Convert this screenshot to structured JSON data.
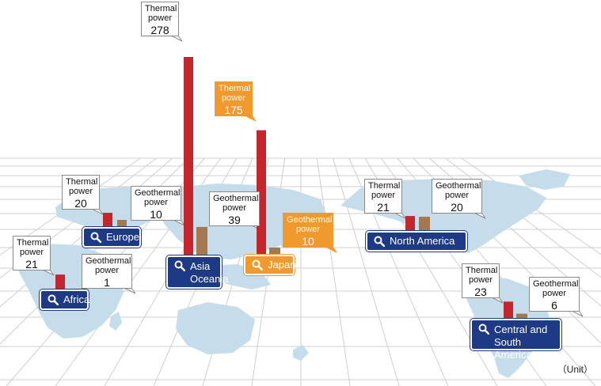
{
  "colors": {
    "thermal": "#c4262e",
    "geothermal": "#a5784f",
    "navy": "#1e3a84",
    "orange": "#f0992e",
    "land": "#c5dcea",
    "grid": "#cfcfcf"
  },
  "unit_label": "（Unit）",
  "icon_name": "magnifier-icon",
  "regions": [
    {
      "id": "africa",
      "button": {
        "lines": [
          "Africa"
        ],
        "style": "navy"
      },
      "thermal": {
        "label_lines": [
          "Thermal",
          "power"
        ],
        "value": 21
      },
      "geothermal": {
        "label_lines": [
          "Geothermal",
          "power"
        ],
        "value": 1
      }
    },
    {
      "id": "europe",
      "button": {
        "lines": [
          "Europe"
        ],
        "style": "navy"
      },
      "thermal": {
        "label_lines": [
          "Thermal",
          "power"
        ],
        "value": 20
      },
      "geothermal": {
        "label_lines": [
          "Geothermal",
          "power"
        ],
        "value": 10
      }
    },
    {
      "id": "asia-oceania",
      "button": {
        "lines": [
          "Asia",
          "Oceania"
        ],
        "style": "navy"
      },
      "thermal": {
        "label_lines": [
          "Thermal",
          "power"
        ],
        "value": 278
      },
      "geothermal": {
        "label_lines": [
          "Geothermal",
          "power"
        ],
        "value": 39
      }
    },
    {
      "id": "japan",
      "button": {
        "lines": [
          "Japan"
        ],
        "style": "orange"
      },
      "thermal": {
        "label_lines": [
          "Thermal",
          "power"
        ],
        "value": 175,
        "highlight": true
      },
      "geothermal": {
        "label_lines": [
          "Geothermal",
          "power"
        ],
        "value": 10,
        "highlight": true
      }
    },
    {
      "id": "north-america",
      "button": {
        "lines": [
          "North America"
        ],
        "style": "navy"
      },
      "thermal": {
        "label_lines": [
          "Thermal",
          "power"
        ],
        "value": 21
      },
      "geothermal": {
        "label_lines": [
          "Geothermal",
          "power"
        ],
        "value": 20
      }
    },
    {
      "id": "central-south-america",
      "button": {
        "lines": [
          "Central and",
          "South America"
        ],
        "style": "navy"
      },
      "thermal": {
        "label_lines": [
          "Thermal",
          "power"
        ],
        "value": 23
      },
      "geothermal": {
        "label_lines": [
          "Geothermal",
          "power"
        ],
        "value": 6
      }
    }
  ]
}
